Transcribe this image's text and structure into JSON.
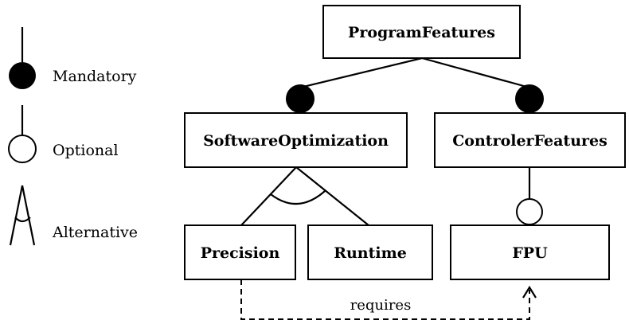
{
  "legend": {
    "mandatory": "Mandatory",
    "optional": "Optional",
    "alternative": "Alternative"
  },
  "nodes": {
    "program_features": "ProgramFeatures",
    "software_optimization": "SoftwareOptimization",
    "controler_features": "ControlerFeatures",
    "precision": "Precision",
    "runtime": "Runtime",
    "fpu": "FPU"
  },
  "edges": {
    "requires_label": "requires"
  },
  "colors": {
    "stroke": "#000000",
    "fill": "#ffffff",
    "mandatory_fill": "#000000"
  }
}
